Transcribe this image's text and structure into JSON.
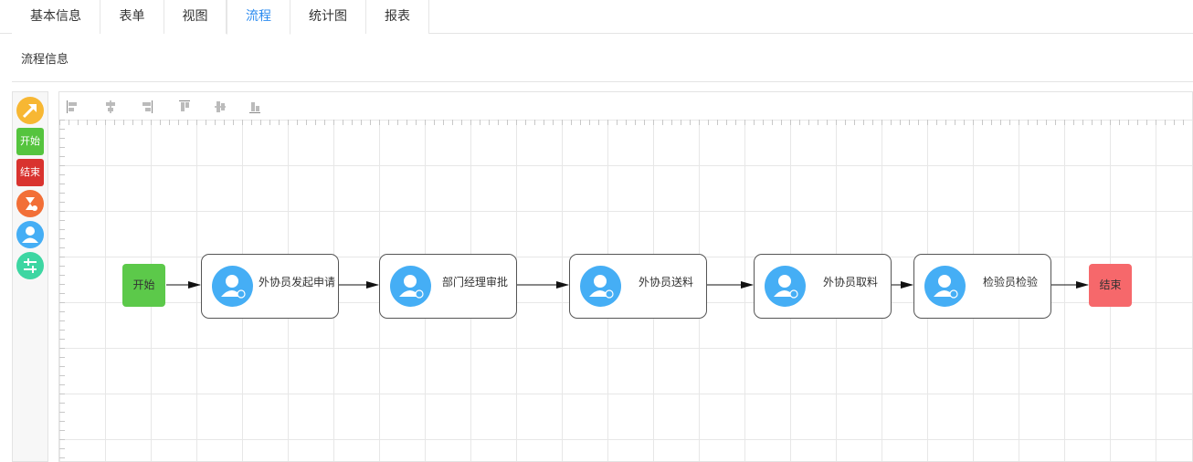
{
  "tabs": [
    {
      "label": "基本信息"
    },
    {
      "label": "表单"
    },
    {
      "label": "视图"
    },
    {
      "label": "流程",
      "active": true
    },
    {
      "label": "统计图"
    },
    {
      "label": "报表"
    }
  ],
  "section_title": "流程信息",
  "palette": {
    "items": [
      {
        "icon": "connector-arrow-icon",
        "color": "#f7b733"
      },
      {
        "label": "开始",
        "color": "#55c43e"
      },
      {
        "label": "结束",
        "color": "#d9332f"
      },
      {
        "icon": "timer-user-icon",
        "color": "#f26f37"
      },
      {
        "icon": "user-task-icon",
        "color": "#45aef5"
      },
      {
        "icon": "sliders-icon",
        "color": "#3dd6a2"
      }
    ]
  },
  "toolbar": {
    "tools": [
      "align-left-icon",
      "align-center-icon",
      "align-right-icon",
      "align-top-icon",
      "align-middle-icon",
      "align-bottom-icon"
    ]
  },
  "flow": {
    "start_label": "开始",
    "end_label": "结束",
    "tasks": [
      {
        "label": "外协员发起申请"
      },
      {
        "label": "部门经理审批"
      },
      {
        "label": "外协员送料"
      },
      {
        "label": "外协员取料"
      },
      {
        "label": "检验员检验"
      }
    ]
  },
  "colors": {
    "accent": "#2d8cf0",
    "start": "#5cc94a",
    "end": "#f6686b",
    "avatar": "#45aef5"
  }
}
